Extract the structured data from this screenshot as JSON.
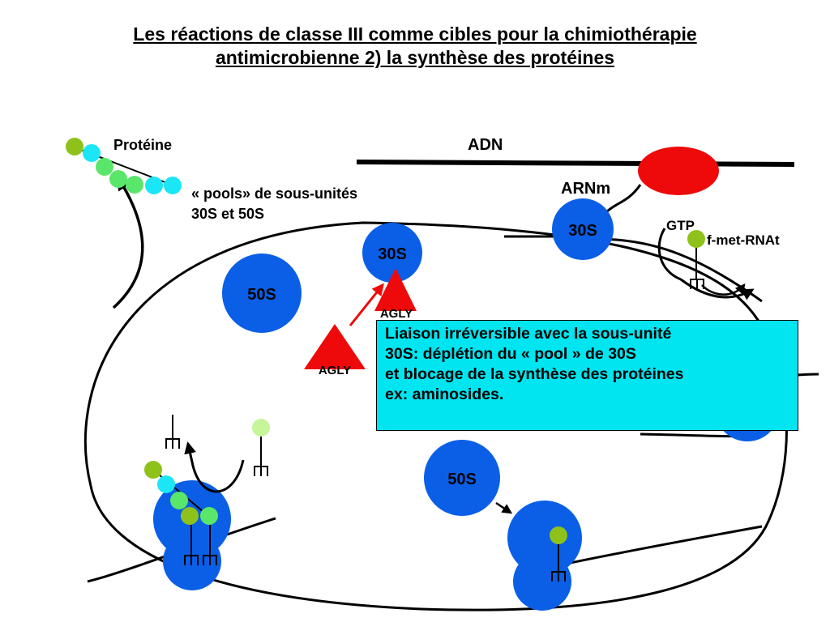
{
  "title": {
    "line1": "Les réactions  de classe III comme cibles pour la chimiothérapie",
    "line2": "antimicrobienne 2) la synthèse des protéines"
  },
  "labels": {
    "proteine": "Protéine",
    "adn": "ADN",
    "arnm": "ARNm",
    "pools_line1": "« pools» de sous-unités",
    "pools_line2": "30S et 50S",
    "gtp": "GTP",
    "fmet": "f-met-RNAt",
    "s30_top": "30S",
    "s30_mid": "30S",
    "s50_left": "50S",
    "s50_bottom": "50S",
    "agly_1": "AGLY",
    "agly_2": "AGLY"
  },
  "infobox": {
    "line1": "Liaison irréversible avec la sous-unité",
    "line2": "30S: déplétion du « pool » de 30S",
    "line3": "et blocage de la synthèse des protéines",
    "line4": "ex: aminosides."
  },
  "colors": {
    "ribosome": "#0a5fe6",
    "polymerase": "#ee0a0a",
    "triangle": "#ee0a0a",
    "infobox": "#00e5f0",
    "bead_olive": "#8ec21a",
    "bead_cyan": "#1ae6f5",
    "bead_green": "#5ae66a",
    "bead_pale": "#c6f59a"
  }
}
